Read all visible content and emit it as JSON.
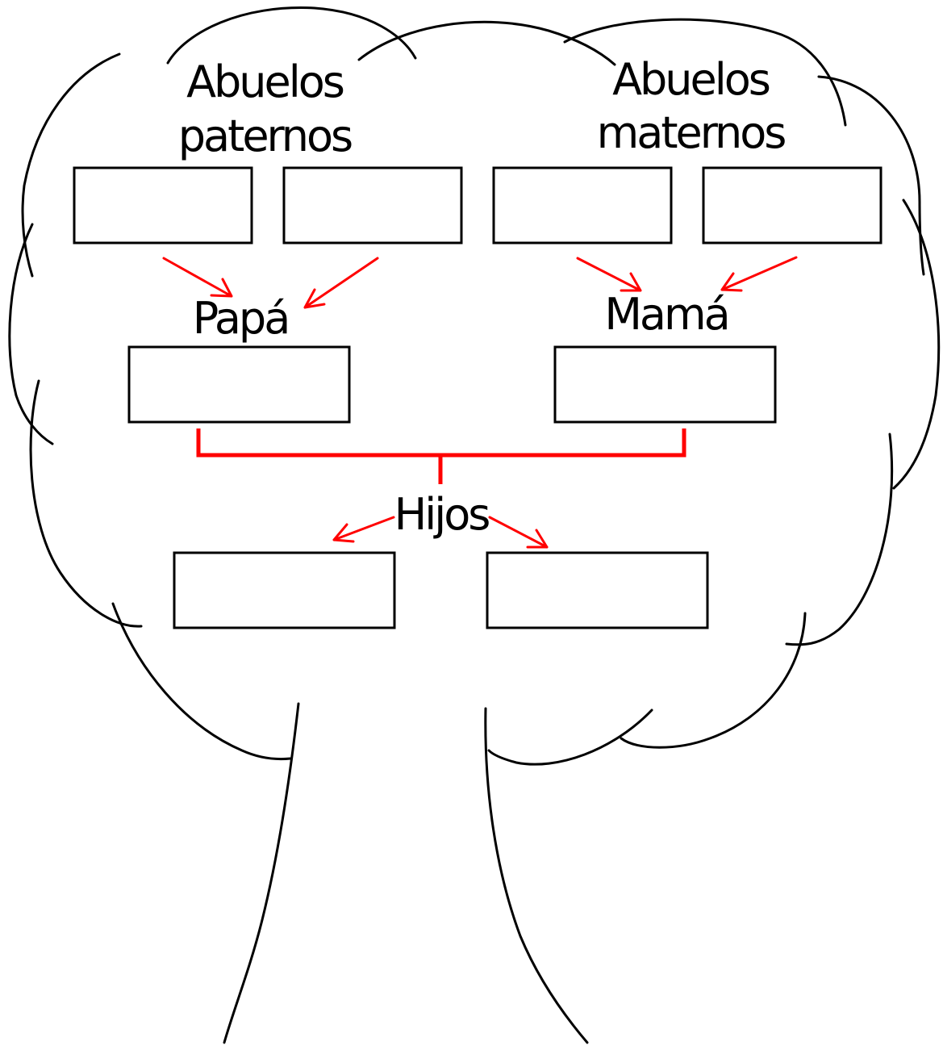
{
  "labels": {
    "paternal_grandparents_line1": "Abuelos",
    "paternal_grandparents_line2": "paternos",
    "maternal_grandparents_line1": "Abuelos",
    "maternal_grandparents_line2": "maternos",
    "father": "Papá",
    "mother": "Mamá",
    "children": "Hijos"
  },
  "colors": {
    "outline": "#000000",
    "connector": "#ff0000",
    "background": "#ffffff"
  }
}
